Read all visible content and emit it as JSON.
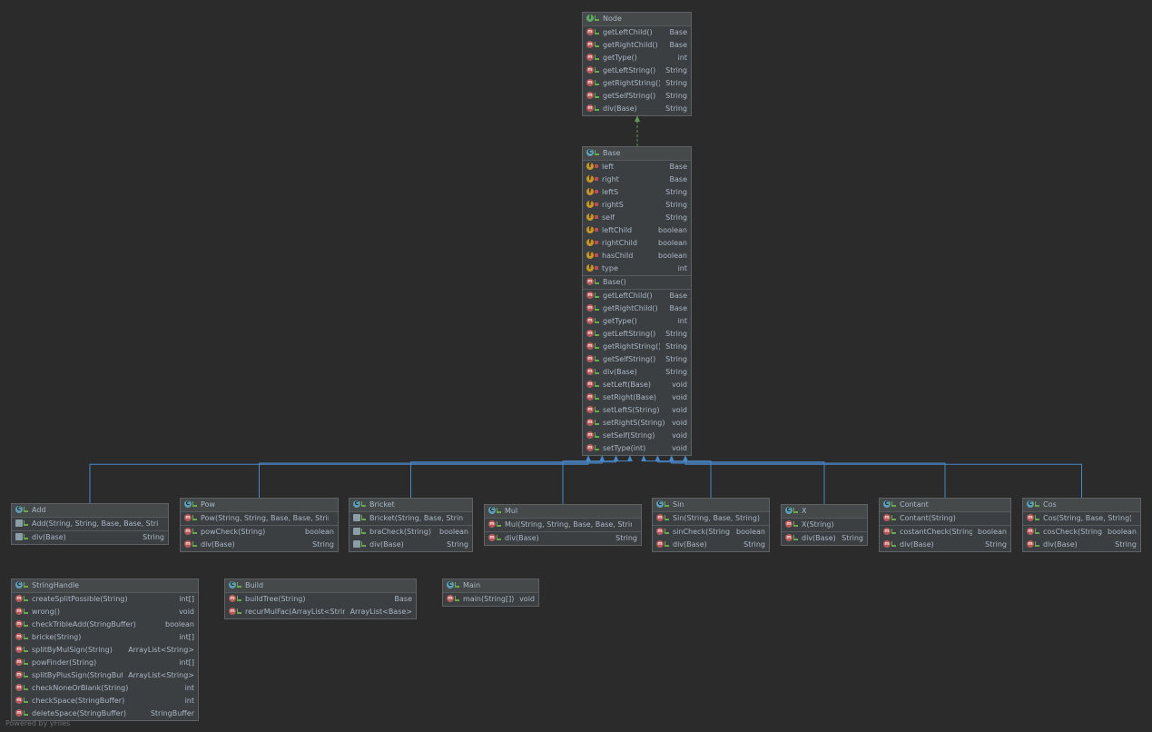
{
  "diagram": {
    "footer": "Powered by yFiles",
    "nodes": {
      "node": {
        "name": "Node",
        "kind": "interface",
        "sections": [
          [
            {
              "label": "getLeftChild()",
              "type": "Base",
              "kind": "method",
              "vis": "public"
            },
            {
              "label": "getRightChild()",
              "type": "Base",
              "kind": "method",
              "vis": "public"
            },
            {
              "label": "getType()",
              "type": "int",
              "kind": "method",
              "vis": "public"
            },
            {
              "label": "getLeftString()",
              "type": "String",
              "kind": "method",
              "vis": "public"
            },
            {
              "label": "getRightString()",
              "type": "String",
              "kind": "method",
              "vis": "public"
            },
            {
              "label": "getSelfString()",
              "type": "String",
              "kind": "method",
              "vis": "public"
            },
            {
              "label": "div(Base)",
              "type": "String",
              "kind": "method",
              "vis": "public"
            }
          ]
        ]
      },
      "base": {
        "name": "Base",
        "kind": "class",
        "sections": [
          [
            {
              "label": "left",
              "type": "Base",
              "kind": "field",
              "vis": "private"
            },
            {
              "label": "right",
              "type": "Base",
              "kind": "field",
              "vis": "private"
            },
            {
              "label": "leftS",
              "type": "String",
              "kind": "field",
              "vis": "private"
            },
            {
              "label": "rightS",
              "type": "String",
              "kind": "field",
              "vis": "private"
            },
            {
              "label": "self",
              "type": "String",
              "kind": "field",
              "vis": "private"
            },
            {
              "label": "leftChild",
              "type": "boolean",
              "kind": "field",
              "vis": "private"
            },
            {
              "label": "rightChild",
              "type": "boolean",
              "kind": "field",
              "vis": "private"
            },
            {
              "label": "hasChild",
              "type": "boolean",
              "kind": "field",
              "vis": "private"
            },
            {
              "label": "type",
              "type": "int",
              "kind": "field",
              "vis": "private"
            }
          ],
          [
            {
              "label": "Base()",
              "type": "",
              "kind": "method",
              "vis": "public"
            }
          ],
          [
            {
              "label": "getLeftChild()",
              "type": "Base",
              "kind": "method",
              "vis": "public"
            },
            {
              "label": "getRightChild()",
              "type": "Base",
              "kind": "method",
              "vis": "public"
            },
            {
              "label": "getType()",
              "type": "int",
              "kind": "method",
              "vis": "public"
            },
            {
              "label": "getLeftString()",
              "type": "String",
              "kind": "method",
              "vis": "public"
            },
            {
              "label": "getRightString()",
              "type": "String",
              "kind": "method",
              "vis": "public"
            },
            {
              "label": "getSelfString()",
              "type": "String",
              "kind": "method",
              "vis": "public"
            },
            {
              "label": "div(Base)",
              "type": "String",
              "kind": "method",
              "vis": "public"
            },
            {
              "label": "setLeft(Base)",
              "type": "void",
              "kind": "method",
              "vis": "public"
            },
            {
              "label": "setRight(Base)",
              "type": "void",
              "kind": "method",
              "vis": "public"
            },
            {
              "label": "setLeftS(String)",
              "type": "void",
              "kind": "method",
              "vis": "public"
            },
            {
              "label": "setRightS(String)",
              "type": "void",
              "kind": "method",
              "vis": "public"
            },
            {
              "label": "setSelf(String)",
              "type": "void",
              "kind": "method",
              "vis": "public"
            },
            {
              "label": "setType(int)",
              "type": "void",
              "kind": "method",
              "vis": "public"
            }
          ]
        ]
      },
      "add": {
        "name": "Add",
        "kind": "class",
        "sections": [
          [
            {
              "label": "Add(String, String, Base, Base, String)",
              "type": "",
              "kind": "ctor",
              "vis": "public"
            }
          ],
          [
            {
              "label": "div(Base)",
              "type": "String",
              "kind": "ctor",
              "vis": "public"
            }
          ]
        ]
      },
      "pow": {
        "name": "Pow",
        "kind": "class",
        "sections": [
          [
            {
              "label": "Pow(String, String, Base, Base, String)",
              "type": "",
              "kind": "method",
              "vis": "public"
            }
          ],
          [
            {
              "label": "powCheck(String)",
              "type": "boolean",
              "kind": "method",
              "vis": "public"
            },
            {
              "label": "div(Base)",
              "type": "String",
              "kind": "method",
              "vis": "public"
            }
          ]
        ]
      },
      "bricket": {
        "name": "Bricket",
        "kind": "class",
        "sections": [
          [
            {
              "label": "Bricket(String, Base, String)",
              "type": "",
              "kind": "ctor",
              "vis": "public"
            }
          ],
          [
            {
              "label": "braCheck(String)",
              "type": "boolean",
              "kind": "ctor",
              "vis": "public"
            },
            {
              "label": "div(Base)",
              "type": "String",
              "kind": "ctor",
              "vis": "public"
            }
          ]
        ]
      },
      "mul": {
        "name": "Mul",
        "kind": "class",
        "sections": [
          [
            {
              "label": "Mul(String, String, Base, Base, String)",
              "type": "",
              "kind": "method",
              "vis": "public"
            }
          ],
          [
            {
              "label": "div(Base)",
              "type": "String",
              "kind": "method",
              "vis": "public"
            }
          ]
        ]
      },
      "sin": {
        "name": "Sin",
        "kind": "class",
        "sections": [
          [
            {
              "label": "Sin(String, Base, String)",
              "type": "",
              "kind": "method",
              "vis": "public"
            }
          ],
          [
            {
              "label": "sinCheck(String)",
              "type": "boolean",
              "kind": "method",
              "vis": "public"
            },
            {
              "label": "div(Base)",
              "type": "String",
              "kind": "method",
              "vis": "public"
            }
          ]
        ]
      },
      "x": {
        "name": "X",
        "kind": "class",
        "sections": [
          [
            {
              "label": "X(String)",
              "type": "",
              "kind": "method",
              "vis": "public"
            }
          ],
          [
            {
              "label": "div(Base)",
              "type": "String",
              "kind": "method",
              "vis": "public"
            }
          ]
        ]
      },
      "contant": {
        "name": "Contant",
        "kind": "class",
        "sections": [
          [
            {
              "label": "Contant(String)",
              "type": "",
              "kind": "method",
              "vis": "public"
            }
          ],
          [
            {
              "label": "costantCheck(String)",
              "type": "boolean",
              "kind": "method",
              "vis": "public"
            },
            {
              "label": "div(Base)",
              "type": "String",
              "kind": "method",
              "vis": "public"
            }
          ]
        ]
      },
      "cos": {
        "name": "Cos",
        "kind": "class",
        "sections": [
          [
            {
              "label": "Cos(String, Base, String)",
              "type": "",
              "kind": "method",
              "vis": "public"
            }
          ],
          [
            {
              "label": "cosCheck(String)",
              "type": "boolean",
              "kind": "method",
              "vis": "public"
            },
            {
              "label": "div(Base)",
              "type": "String",
              "kind": "method",
              "vis": "public"
            }
          ]
        ]
      },
      "stringhandle": {
        "name": "StringHandle",
        "kind": "class",
        "sections": [
          [
            {
              "label": "createSplitPossible(String)",
              "type": "int[]",
              "kind": "method",
              "vis": "public"
            },
            {
              "label": "wrong()",
              "type": "void",
              "kind": "method",
              "vis": "public"
            },
            {
              "label": "checkTribleAdd(StringBuffer)",
              "type": "boolean",
              "kind": "method",
              "vis": "public"
            },
            {
              "label": "bricke(String)",
              "type": "int[]",
              "kind": "method",
              "vis": "public"
            },
            {
              "label": "splitByMulSign(String)",
              "type": "ArrayList<String>",
              "kind": "method",
              "vis": "public"
            },
            {
              "label": "powFinder(String)",
              "type": "int[]",
              "kind": "method",
              "vis": "public"
            },
            {
              "label": "splitByPlusSign(StringBuffer)",
              "type": "ArrayList<String>",
              "kind": "method",
              "vis": "public"
            },
            {
              "label": "checkNoneOrBlank(String)",
              "type": "int",
              "kind": "method",
              "vis": "public"
            },
            {
              "label": "checkSpace(StringBuffer)",
              "type": "int",
              "kind": "method",
              "vis": "public"
            },
            {
              "label": "deleteSpace(StringBuffer)",
              "type": "StringBuffer",
              "kind": "method",
              "vis": "public"
            }
          ]
        ]
      },
      "build": {
        "name": "Build",
        "kind": "class",
        "sections": [
          [
            {
              "label": "buildTree(String)",
              "type": "Base",
              "kind": "method",
              "vis": "public"
            },
            {
              "label": "recurMulFac(ArrayList<String>)",
              "type": "ArrayList<Base>",
              "kind": "method",
              "vis": "public"
            }
          ]
        ]
      },
      "main": {
        "name": "Main",
        "kind": "class",
        "sections": [
          [
            {
              "label": "main(String[])",
              "type": "void",
              "kind": "method",
              "vis": "public"
            }
          ]
        ]
      }
    },
    "colors": {
      "background": "#2b2b2b",
      "node_fill": "#3c3f41",
      "inheritance_edge": "#4a88c7",
      "realization_edge": "#629755",
      "text": "#a9b7c6"
    }
  }
}
